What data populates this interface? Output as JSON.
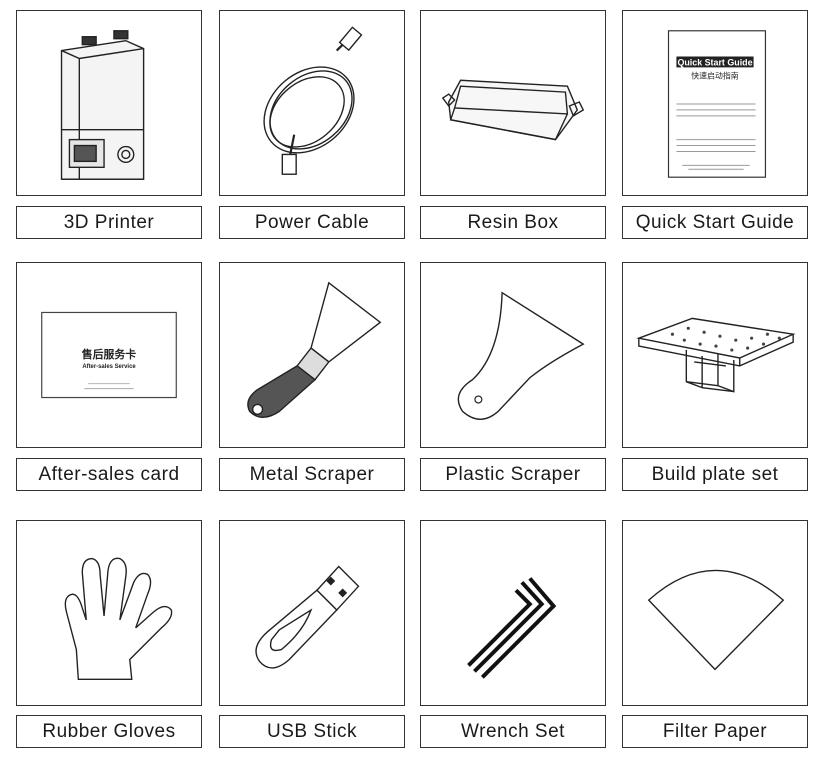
{
  "items": [
    {
      "label": "3D Printer",
      "icon": "3d-printer-icon"
    },
    {
      "label": "Power Cable",
      "icon": "power-cable-icon"
    },
    {
      "label": "Resin Box",
      "icon": "resin-box-icon"
    },
    {
      "label": "Quick Start Guide",
      "icon": "quick-start-guide-icon",
      "doc": {
        "title": "Quick Start Guide",
        "subtitle": "快速启动指南"
      }
    },
    {
      "label": "After-sales card",
      "icon": "after-sales-card-icon",
      "doc": {
        "title": "售后服务卡",
        "subtitle": "After-sales Service"
      }
    },
    {
      "label": "Metal Scraper",
      "icon": "metal-scraper-icon"
    },
    {
      "label": "Plastic Scraper",
      "icon": "plastic-scraper-icon"
    },
    {
      "label": "Build plate set",
      "icon": "build-plate-set-icon"
    },
    {
      "label": "Rubber Gloves",
      "icon": "rubber-gloves-icon"
    },
    {
      "label": "USB Stick",
      "icon": "usb-stick-icon"
    },
    {
      "label": "Wrench Set",
      "icon": "wrench-set-icon"
    },
    {
      "label": "Filter Paper",
      "icon": "filter-paper-icon"
    }
  ]
}
